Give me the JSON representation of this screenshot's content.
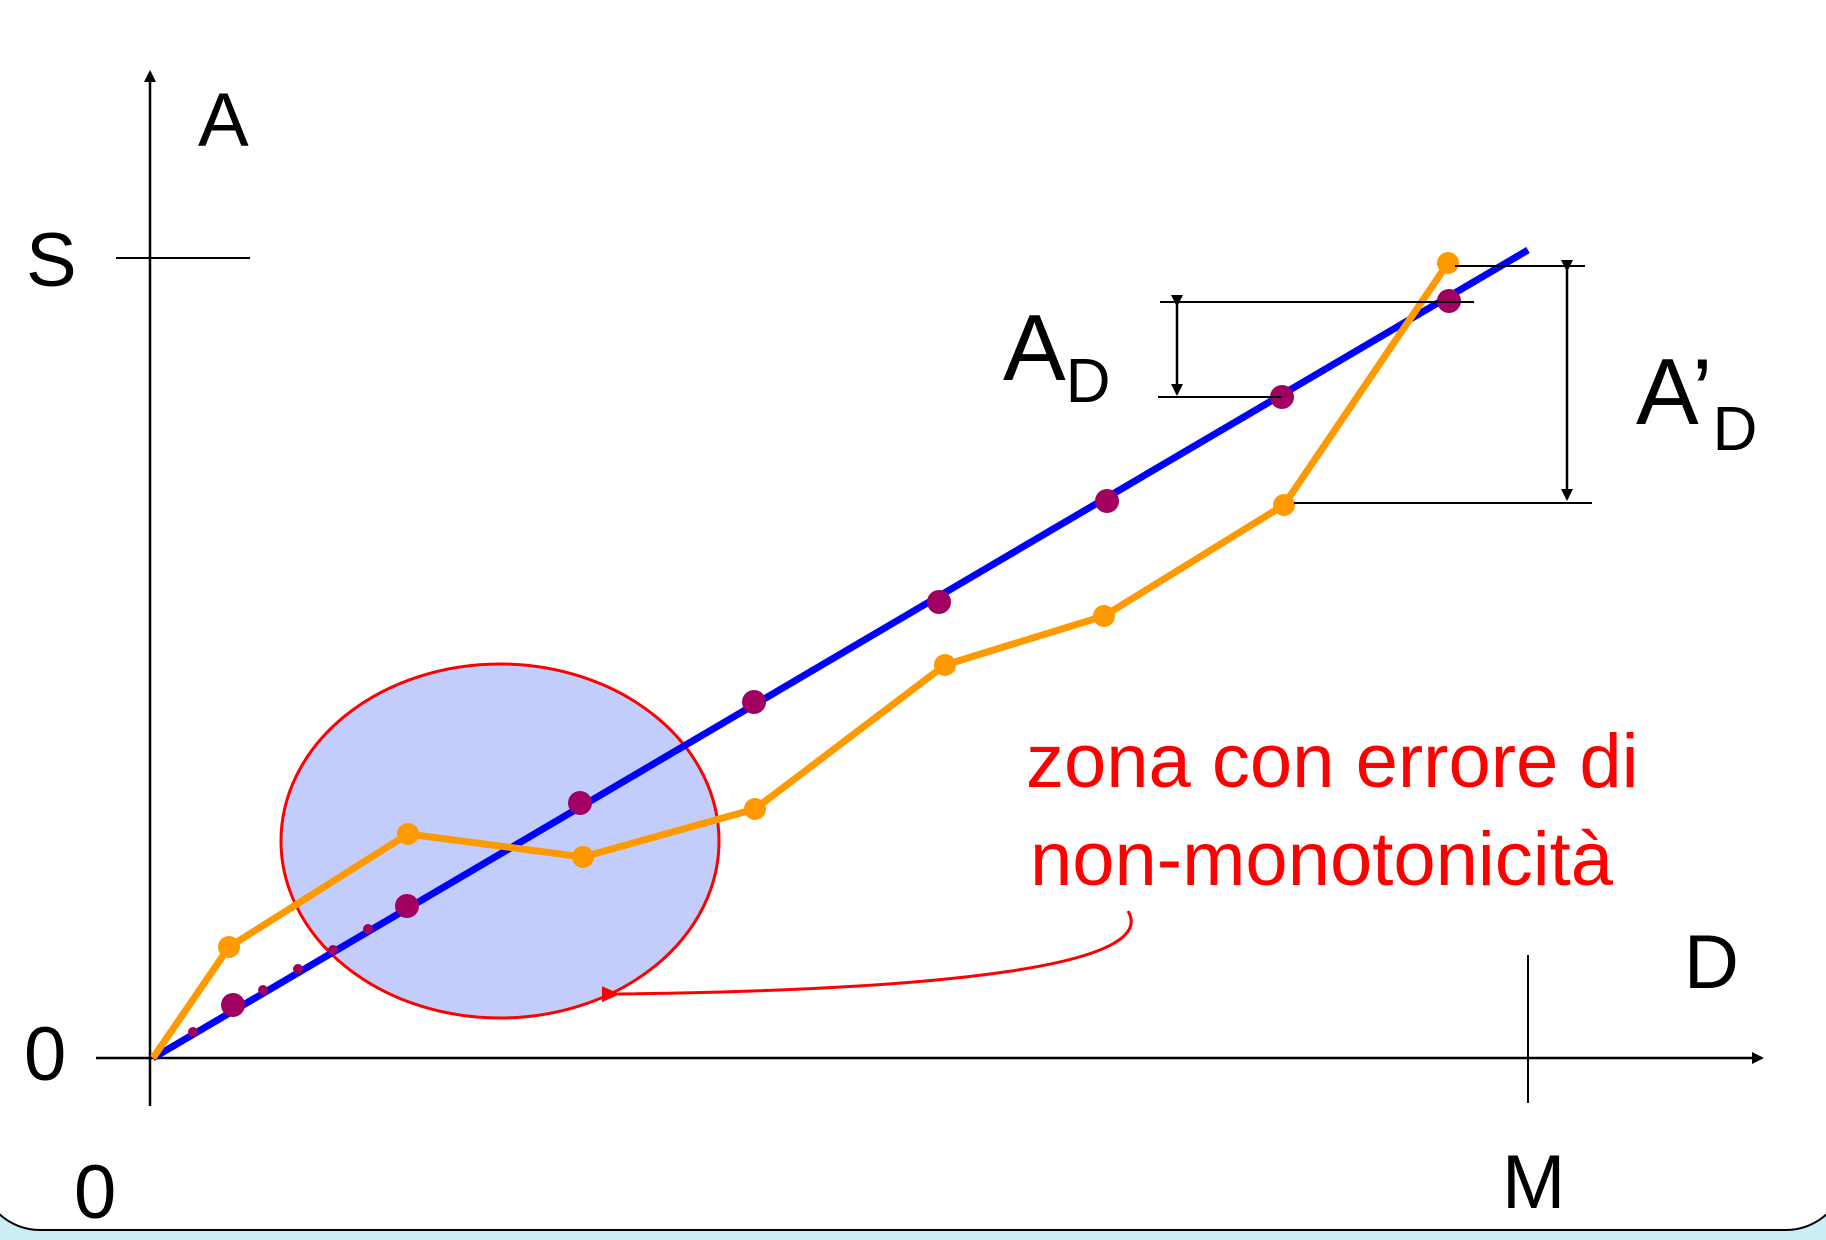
{
  "labels": {
    "y_axis": "A",
    "x_axis": "D",
    "s_tick": "S",
    "origin_y": "0",
    "origin_x": "0",
    "m_tick": "M",
    "ad_main": "A",
    "ad_sub": "D",
    "ad_prime_main": "A’",
    "ad_prime_sub": "D"
  },
  "annotation": {
    "line1": "zona con errore di",
    "line2": "non-monotonicità"
  },
  "colors": {
    "background": "#ccecf6",
    "panel": "#ffffff",
    "ideal_line": "#0000ff",
    "ideal_points": "#a10060",
    "real_curve": "#ff9900",
    "highlight_fill": "#c2cdfb",
    "highlight_stroke": "#ff0000",
    "annotation": "#ff0000"
  }
}
